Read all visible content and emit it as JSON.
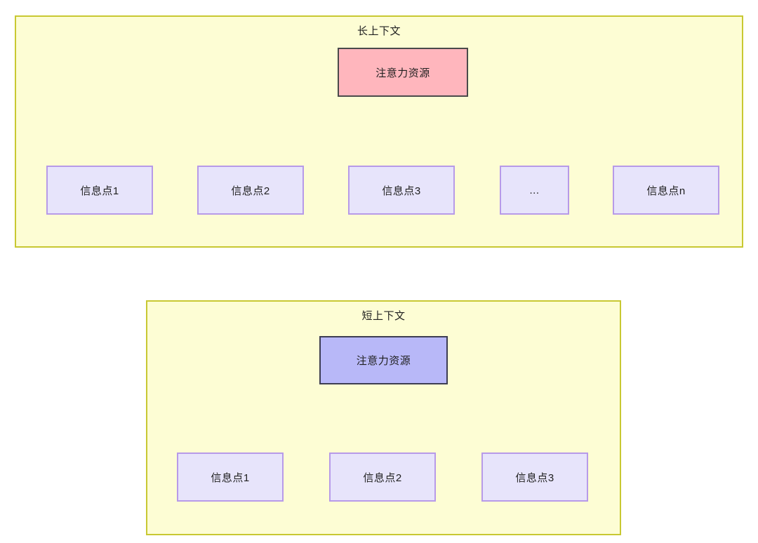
{
  "diagram": {
    "type": "flowchart",
    "panels": [
      {
        "id": "long-context",
        "title": "长上下文",
        "root": {
          "label": "注意力资源",
          "fill": "#ffb6bd",
          "stroke": "#4a4a4a"
        },
        "children": [
          {
            "label": "信息点1"
          },
          {
            "label": "信息点2"
          },
          {
            "label": "信息点3"
          },
          {
            "label": "..."
          },
          {
            "label": "信息点n"
          }
        ],
        "child_style": {
          "fill": "#e7e4fb",
          "stroke": "#b79ae8"
        },
        "panel_style": {
          "fill": "#fdfdd4",
          "stroke": "#c8c832"
        }
      },
      {
        "id": "short-context",
        "title": "短上下文",
        "root": {
          "label": "注意力资源",
          "fill": "#b8b8f8",
          "stroke": "#3d3d52"
        },
        "children": [
          {
            "label": "信息点1"
          },
          {
            "label": "信息点2"
          },
          {
            "label": "信息点3"
          }
        ],
        "child_style": {
          "fill": "#e7e4fb",
          "stroke": "#b79ae8"
        },
        "panel_style": {
          "fill": "#fdfdd4",
          "stroke": "#c8c832"
        }
      }
    ],
    "edge_color": "#262626",
    "background": "#ffffff"
  }
}
